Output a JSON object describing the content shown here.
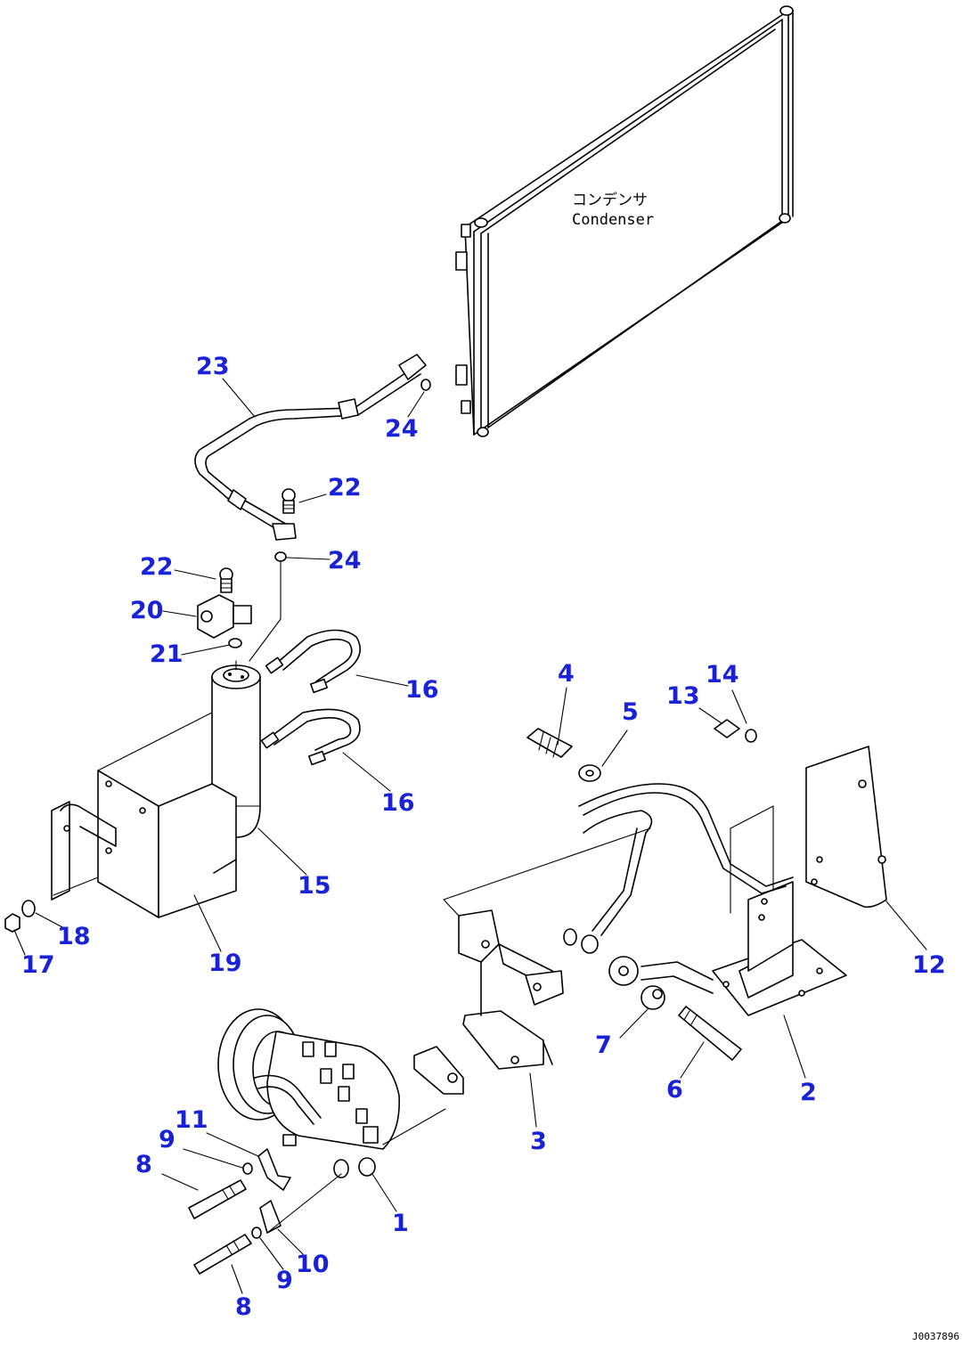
{
  "condenser_label_jp": "コンデンサ",
  "condenser_label_en": "Condenser",
  "callouts": [
    "23",
    "24",
    "22",
    "24",
    "22",
    "20",
    "21",
    "16",
    "16",
    "15",
    "19",
    "18",
    "17",
    "4",
    "5",
    "13",
    "14",
    "12",
    "7",
    "6",
    "2",
    "3",
    "1",
    "11",
    "9",
    "8",
    "9",
    "10",
    "8"
  ],
  "drawing_code": "J0037896"
}
